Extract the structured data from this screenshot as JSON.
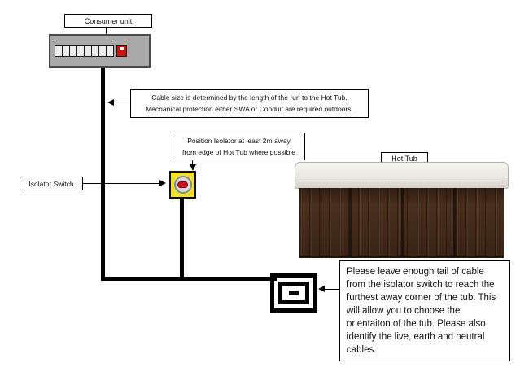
{
  "labels": {
    "consumer_unit": "Consumer unit",
    "isolator_switch": "Isolator Switch",
    "hot_tub": "Hot Tub"
  },
  "notes": {
    "cable_size": {
      "line1": "Cable size is determined by the length of the run to the Hot Tub.",
      "line2": "Mechanical protection either SWA or Conduit are required outdoors."
    },
    "isolator_position": {
      "line1": "Position Isolator at least 2m away",
      "line2": "from edge of Hot Tub where possible"
    },
    "cable_tail": "Please leave enough tail of cable from the isolator switch to reach the furthest away corner of the tub. This will allow you to choose the orientaiton of the tub. Please also identify the live, earth and neutral cables."
  },
  "colors": {
    "cable": "#000000",
    "isolator_body": "#f0e130",
    "isolator_knob": "#cf1020",
    "consumer_unit_body": "#a9a9a9",
    "breaker_red": "#c81414",
    "hot_tub_panel": "#4a2e1c",
    "hot_tub_cover": "#e9e6df"
  }
}
